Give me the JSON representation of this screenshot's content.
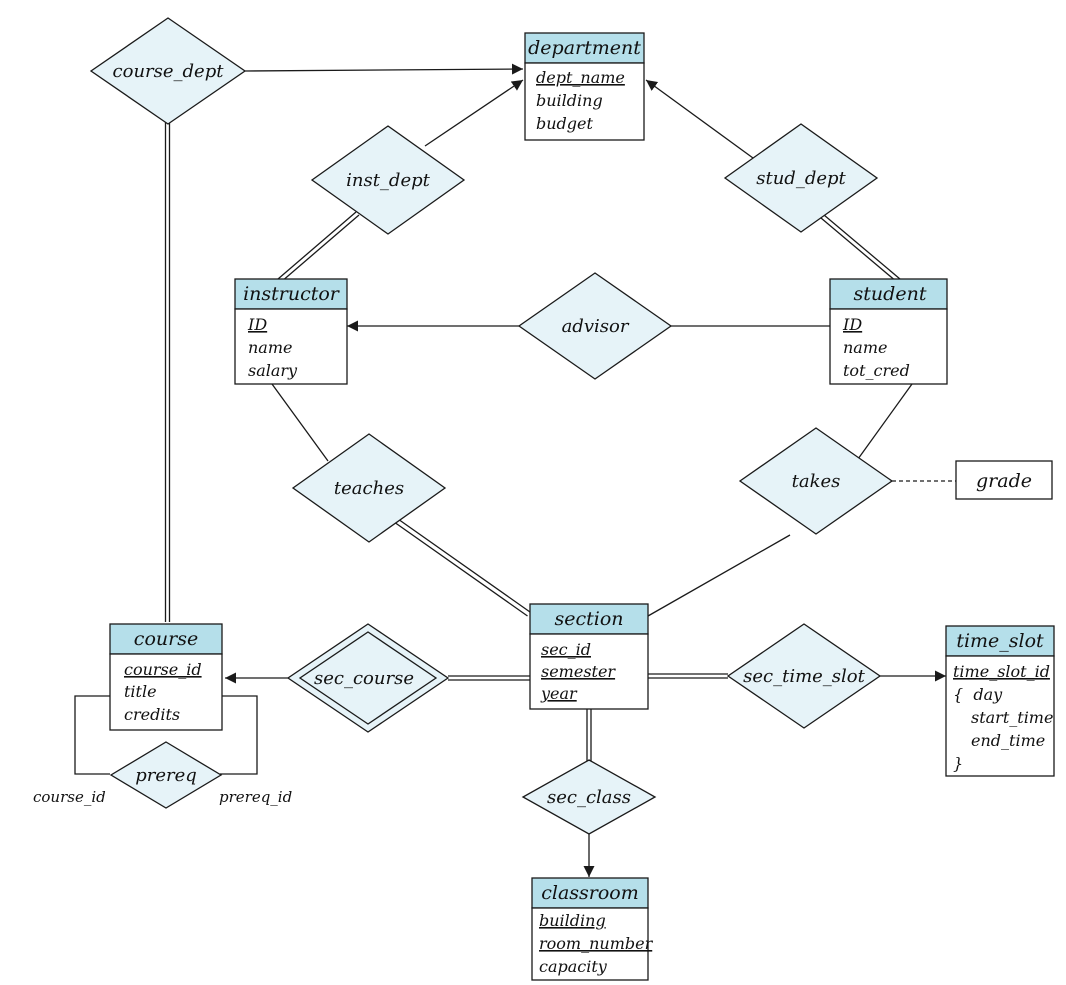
{
  "entities": {
    "department": {
      "title": "department",
      "attrs": [
        "dept_name",
        "building",
        "budget"
      ],
      "keys": [
        0
      ]
    },
    "instructor": {
      "title": "instructor",
      "attrs": [
        "ID",
        "name",
        "salary"
      ],
      "keys": [
        0
      ]
    },
    "student": {
      "title": "student",
      "attrs": [
        "ID",
        "name",
        "tot_cred"
      ],
      "keys": [
        0
      ]
    },
    "section": {
      "title": "section",
      "attrs": [
        "sec_id",
        "semester",
        "year"
      ],
      "keys": [
        0,
        1,
        2
      ]
    },
    "course": {
      "title": "course",
      "attrs": [
        "course_id",
        "title",
        "credits"
      ],
      "keys": [
        0
      ]
    },
    "time_slot": {
      "title": "time_slot",
      "attrs": [
        "time_slot_id",
        "{  day",
        "start_time",
        "end_time",
        "}"
      ],
      "keys": [
        0
      ]
    },
    "classroom": {
      "title": "classroom",
      "attrs": [
        "building",
        "room_number",
        "capacity"
      ],
      "keys": [
        0,
        1
      ]
    }
  },
  "relationships": {
    "course_dept": "course_dept",
    "inst_dept": "inst_dept",
    "stud_dept": "stud_dept",
    "advisor": "advisor",
    "teaches": "teaches",
    "takes": "takes",
    "sec_course": "sec_course",
    "sec_time_slot": "sec_time_slot",
    "sec_class": "sec_class",
    "prereq": "prereq"
  },
  "attribute": {
    "grade": "grade"
  },
  "role_labels": {
    "course_id": "course_id",
    "prereq_id": "prereq_id"
  },
  "colors": {
    "entity_header": "#b5dfea",
    "relationship_fill": "#e6f3f8",
    "stroke": "#1a1a1a"
  }
}
